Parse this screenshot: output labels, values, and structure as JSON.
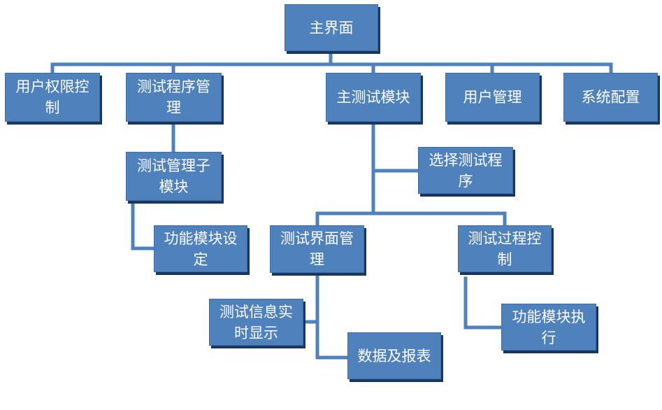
{
  "diagram": {
    "root": "主界面",
    "level1": {
      "user_permission": "用户权限控制",
      "test_program_mgmt": "测试程序管理",
      "main_test_module": "主测试模块",
      "user_mgmt": "用户管理",
      "system_config": "系统配置"
    },
    "test_mgmt_sub": "测试管理子模块",
    "function_setting": "功能模块设定",
    "select_program": "选择测试程序",
    "test_ui_mgmt": "测试界面管理",
    "test_process_ctrl": "测试过程控制",
    "realtime_display": "测试信息实时显示",
    "data_report": "数据及报表",
    "function_exec": "功能模块执行"
  },
  "colors": {
    "node_fill": "#4f81bd",
    "node_shadow": "#17375e",
    "connector": "#4f81bd",
    "text": "#ffffff"
  }
}
